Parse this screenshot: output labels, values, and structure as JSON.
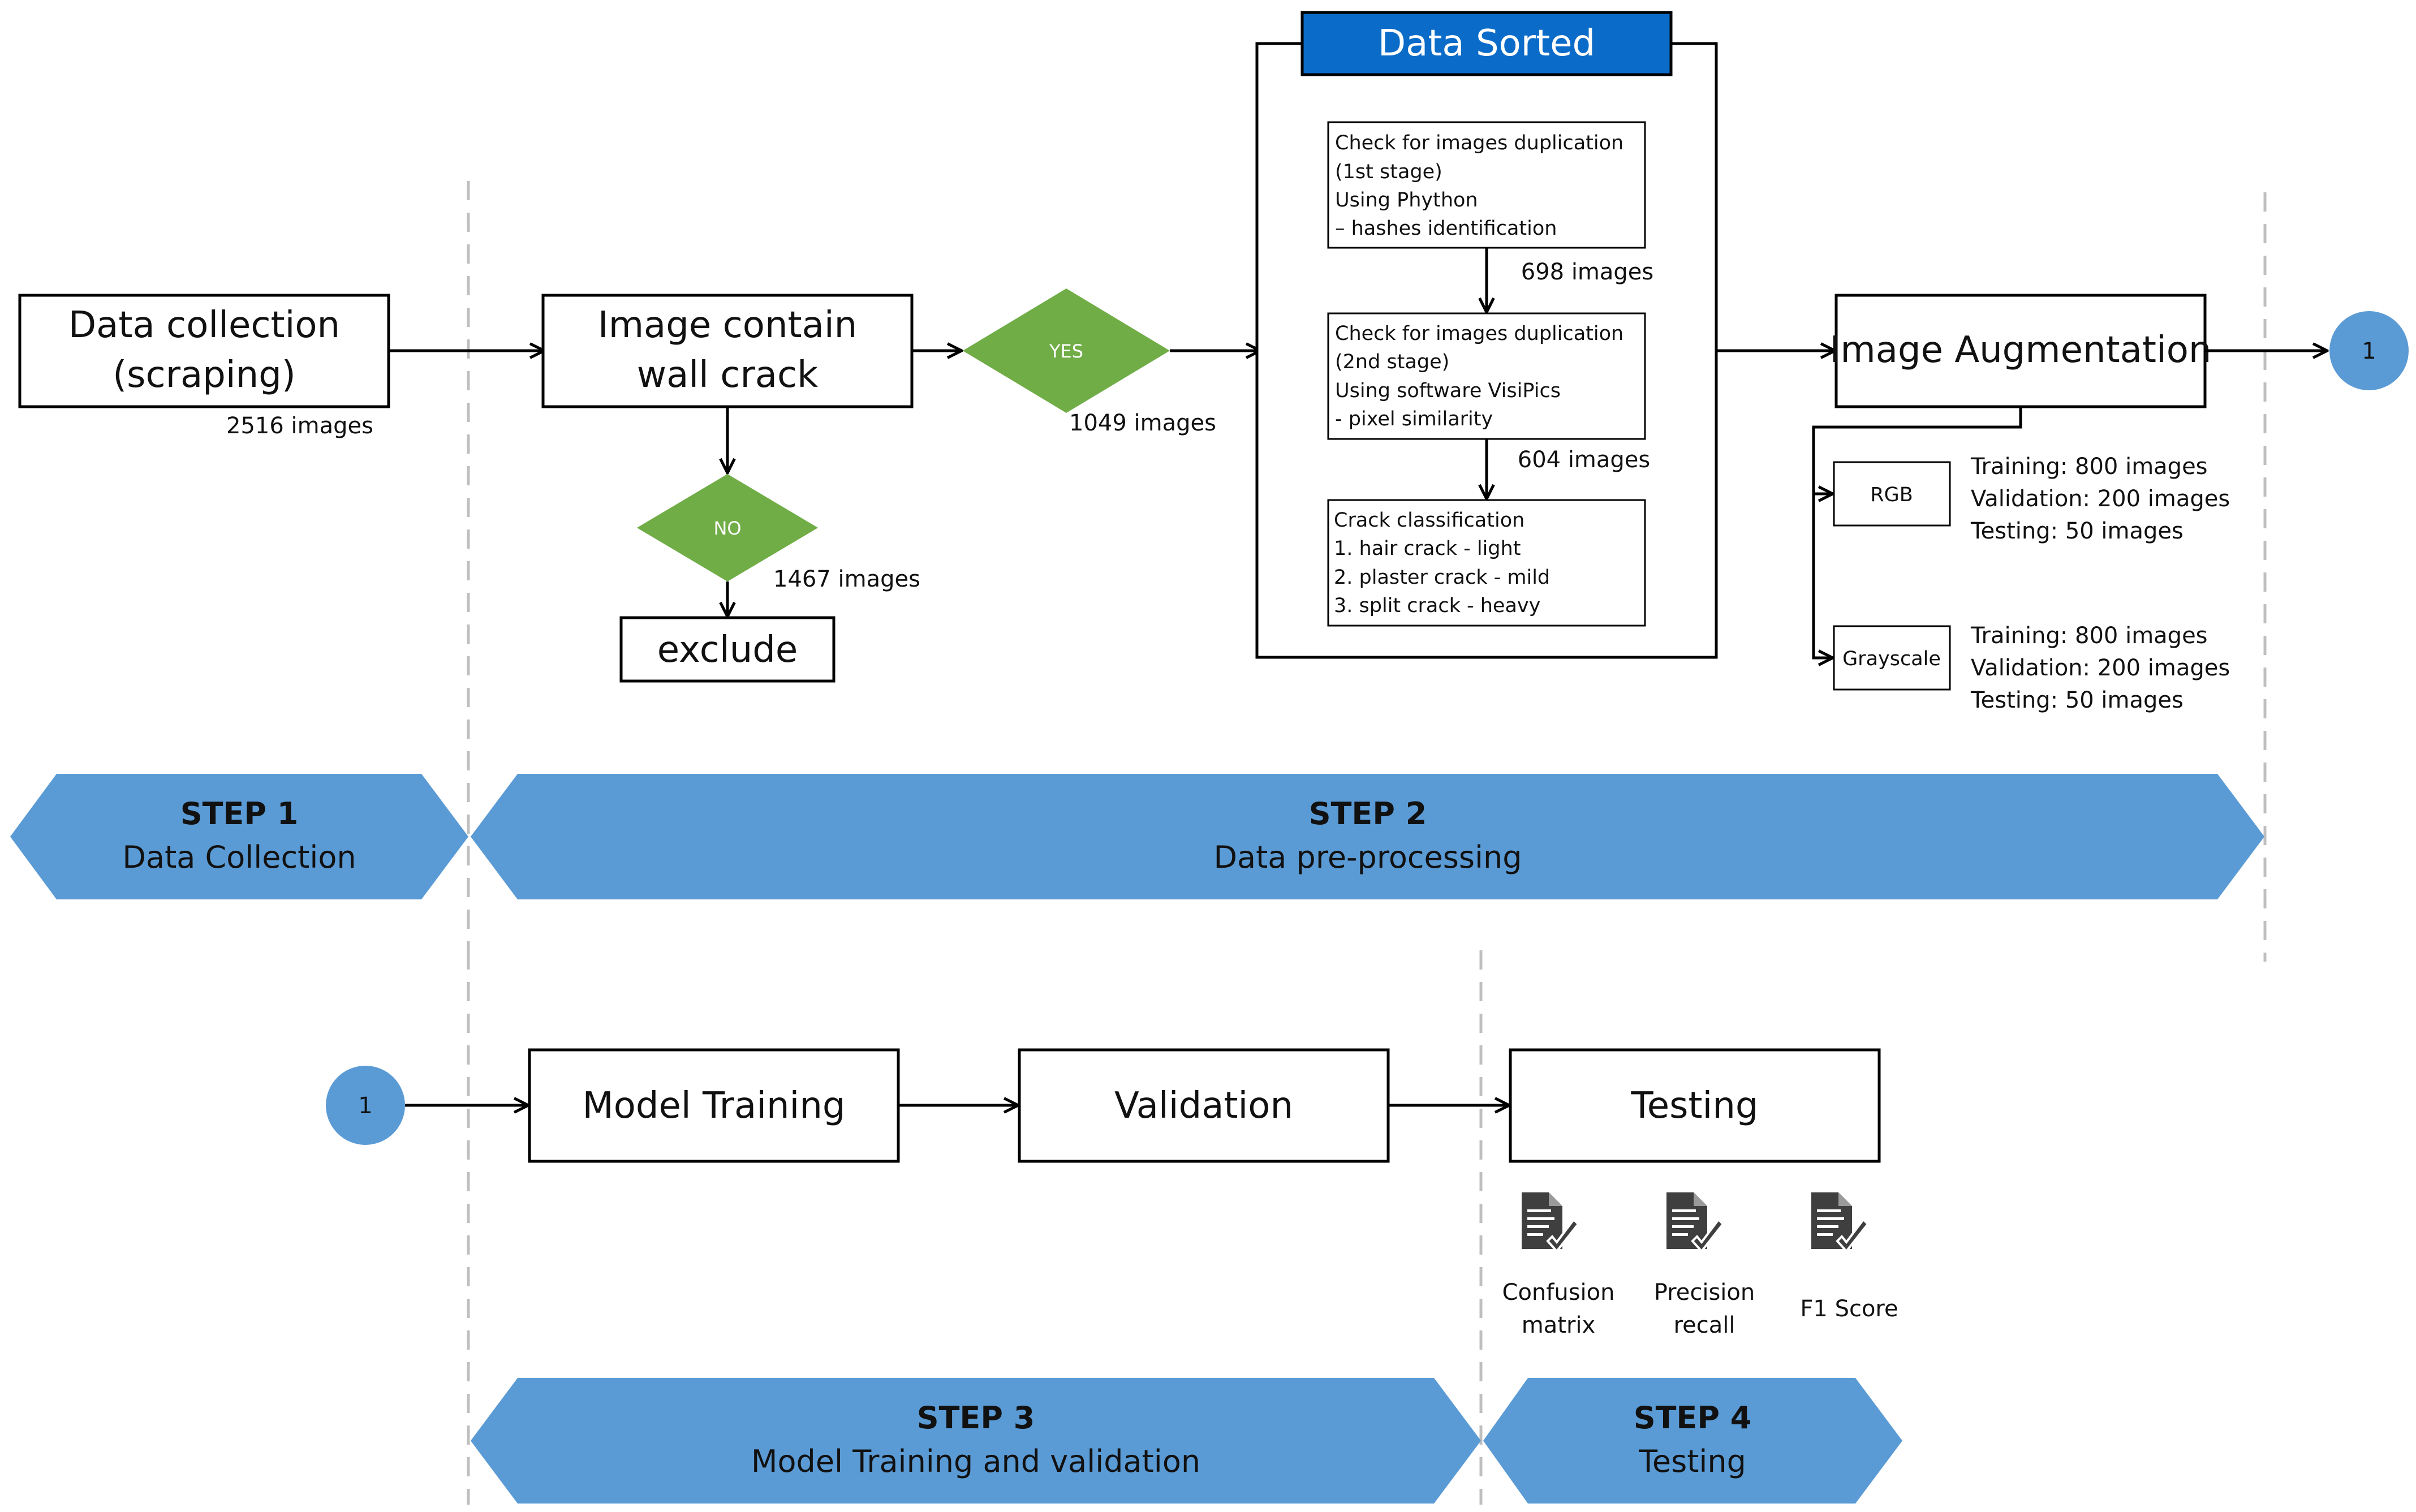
{
  "colors": {
    "accent_blue": "#5b9bd5",
    "header_blue": "#0b6bc8",
    "diamond_green": "#70ad47",
    "stroke": "#000000",
    "guide_gray": "#bfbfbf",
    "icon_gray": "#3f3f3f"
  },
  "step1": {
    "source_box": [
      "Data collection",
      "(scraping)"
    ],
    "source_count": "2516 images",
    "banner_title": "STEP 1",
    "banner_subtitle": "Data Collection"
  },
  "step2": {
    "check_box": [
      "Image contain",
      "wall crack"
    ],
    "decision_yes": "YES",
    "yes_count": "1049 images",
    "decision_no": "NO",
    "no_count": "1467 images",
    "exclude_box": "exclude",
    "sorted_header": "Data Sorted",
    "dup_stage1": [
      "Check for images duplication",
      "(1st stage)",
      "Using Phython",
      "– hashes identification"
    ],
    "after_stage1": "698 images",
    "dup_stage2": [
      "Check for images duplication",
      "(2nd stage)",
      "Using software VisiPics",
      "- pixel similarity"
    ],
    "after_stage2": "604 images",
    "classification": [
      "Crack classification",
      "1. hair crack - light",
      "2. plaster crack - mild",
      "3. split crack - heavy"
    ],
    "augmentation_box": "Image Augmentation",
    "rgb_label": "RGB",
    "rgb_split": [
      "Training: 800 images",
      "Validation: 200 images",
      "Testing: 50 images"
    ],
    "grayscale_label": "Grayscale",
    "grayscale_split": [
      "Training: 800 images",
      "Validation: 200 images",
      "Testing: 50 images"
    ],
    "connector_out": "1",
    "banner_title": "STEP 2",
    "banner_subtitle": "Data pre-processing"
  },
  "step3": {
    "connector_in": "1",
    "training_box": "Model Training",
    "validation_box": "Validation",
    "banner_title": "STEP 3",
    "banner_subtitle": "Model Training and validation"
  },
  "step4": {
    "testing_box": "Testing",
    "metrics": [
      {
        "icon": "report-check-icon",
        "lines": [
          "Confusion",
          "matrix"
        ]
      },
      {
        "icon": "report-check-icon",
        "lines": [
          "Precision",
          "recall"
        ]
      },
      {
        "icon": "report-check-icon",
        "lines": [
          "F1 Score"
        ]
      }
    ],
    "banner_title": "STEP 4",
    "banner_subtitle": "Testing"
  }
}
